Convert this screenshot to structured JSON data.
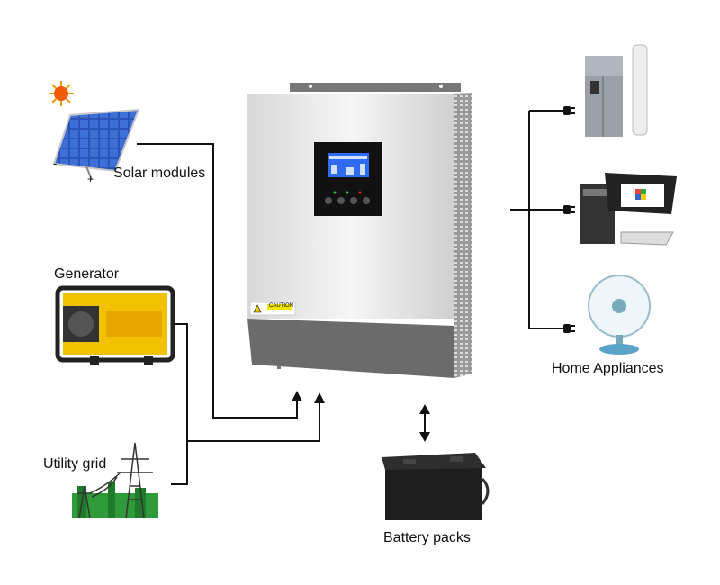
{
  "labels": {
    "solar": "Solar modules",
    "generator": "Generator",
    "grid": "Utility grid",
    "battery": "Battery packs",
    "appliances": "Home Appliances"
  },
  "solar_panel": {
    "minus": "-",
    "plus": "+"
  },
  "inverter": {
    "caution": "CAUTION"
  },
  "colors": {
    "line": "#111111",
    "panel_blue": "#2a54b8",
    "generator_yellow": "#f2c200",
    "grid_green": "#2e9a3a",
    "lcd_blue": "#2f6bf0"
  }
}
